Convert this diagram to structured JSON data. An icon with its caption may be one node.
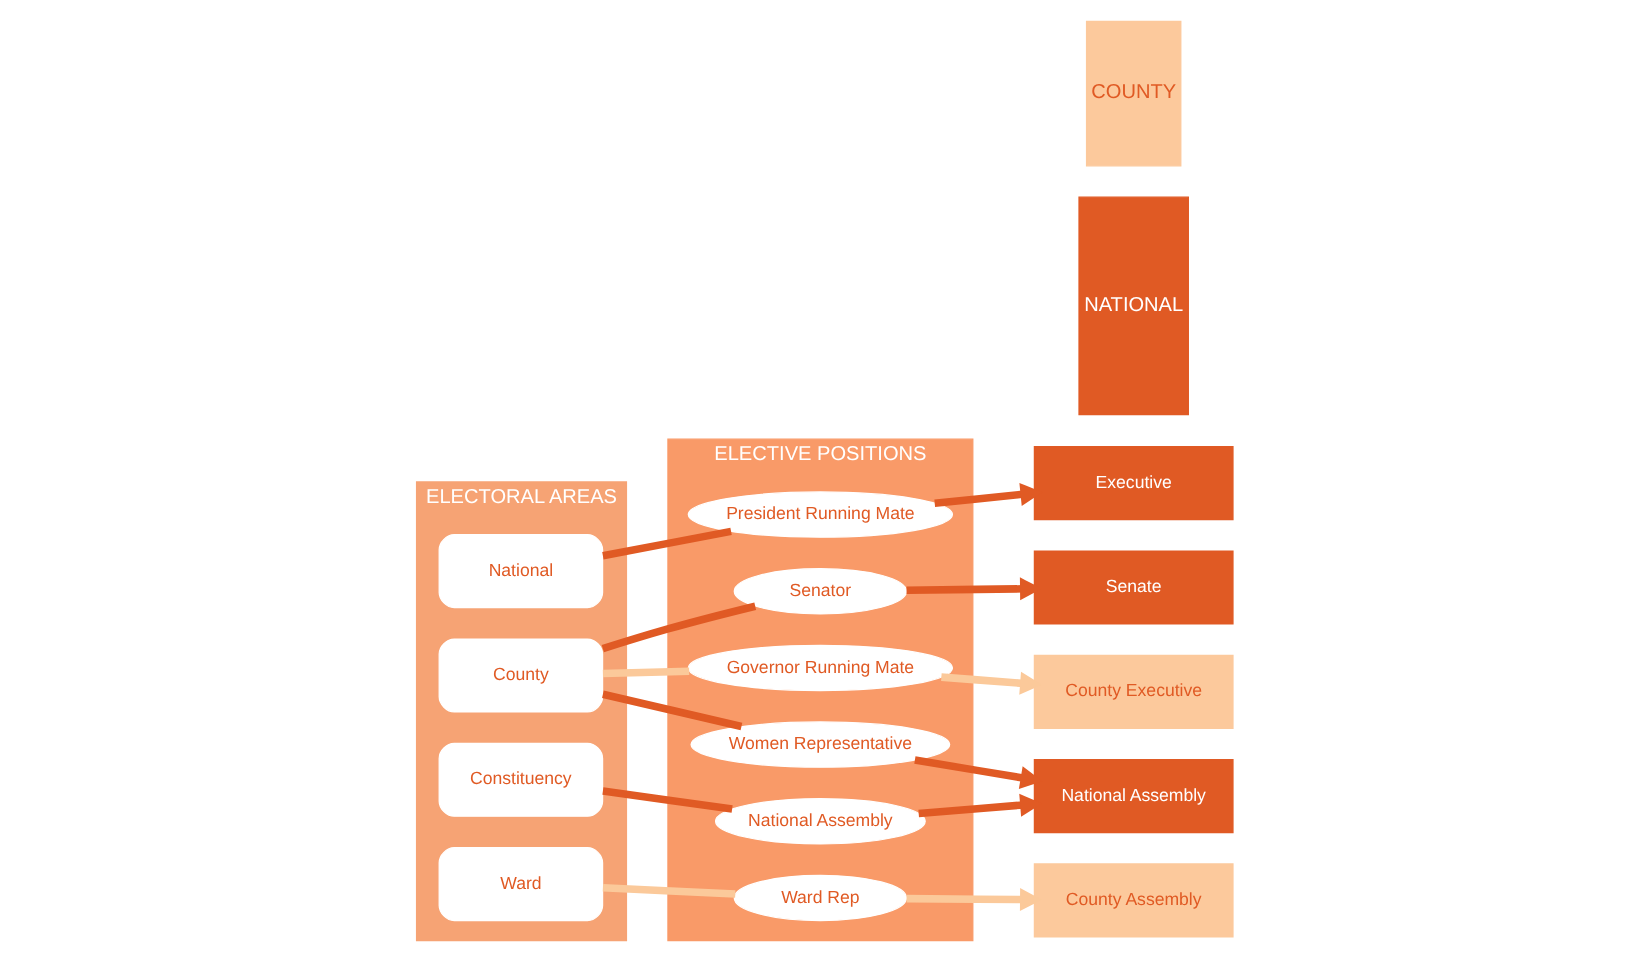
{
  "diagram": {
    "nodes": [
      {
        "text": [
          "ELECTORAL AREAS"
        ]
      },
      {
        "text": [
          "National"
        ],
        "in": 0
      },
      {
        "text": [
          "County"
        ],
        "in": 0
      },
      {
        "text": [
          "Constituency"
        ],
        "in": 0
      },
      {
        "text": [
          "Ward"
        ],
        "in": 0
      },
      {
        "text": [
          "ELECTIVE POSITIONS"
        ]
      },
      {
        "text": [
          "President Running Mate"
        ],
        "in": 5
      },
      {
        "text": [
          "Senator"
        ],
        "in": 5
      },
      {
        "text": [
          "Women Representative"
        ],
        "in": 5
      },
      {
        "text": [
          "National Assembly"
        ],
        "in": 5
      },
      {
        "text": [
          "Governor Running Mate"
        ],
        "in": 5
      },
      {
        "text": [
          "Ward Rep"
        ],
        "in": 5
      },
      {
        "text": [
          "Executive"
        ]
      },
      {
        "text": [
          "Senate"
        ]
      },
      {
        "text": [
          "National Assembly"
        ]
      },
      {
        "text": [
          "County Executive"
        ]
      },
      {
        "text": [
          "County Assembly"
        ]
      },
      {
        "text": [
          "NATIONAL"
        ]
      },
      {
        "text": [
          "COUNTY"
        ]
      }
    ],
    "edges": [
      {
        "from": 1,
        "to": 6,
        "arrow": "none"
      },
      {
        "from": 6,
        "to": 12,
        "arrow": "to"
      },
      {
        "from": 2,
        "to": 7,
        "arrow": "none"
      },
      {
        "from": 7,
        "to": 13,
        "arrow": "to"
      },
      {
        "from": 2,
        "to": 8,
        "arrow": "none"
      },
      {
        "from": 8,
        "to": 14,
        "arrow": "to"
      },
      {
        "from": 3,
        "to": 9,
        "arrow": "none"
      },
      {
        "from": 9,
        "to": 14,
        "arrow": "to"
      },
      {
        "from": 2,
        "to": 10,
        "arrow": "none",
        "color": "#fbc99a"
      },
      {
        "from": 10,
        "to": 15,
        "arrow": "to",
        "color": "#fbc99a"
      },
      {
        "from": 4,
        "to": 11,
        "arrow": "none",
        "color": "#fbc99a"
      },
      {
        "from": 11,
        "to": 16,
        "arrow": "to",
        "color": "#fbc99a"
      }
    ]
  }
}
